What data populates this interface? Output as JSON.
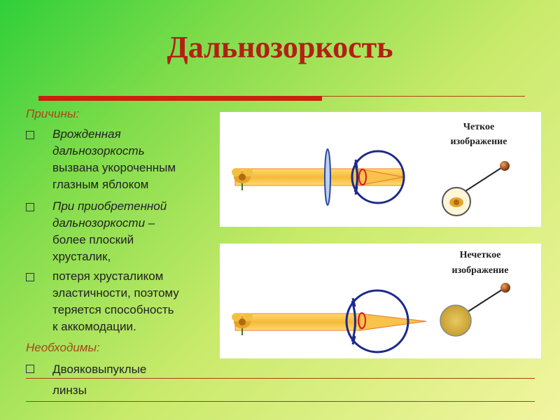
{
  "title": "Дальнозоркость",
  "causes_heading": "Причины:",
  "causes": [
    {
      "lines": [
        "Врожденная",
        "дальнозоркость",
        "вызвана укороченным",
        "глазным яблоком"
      ]
    },
    {
      "lines": [
        "При приобретенной",
        "дальнозоркости –",
        "более  плоский",
        "хрусталик,"
      ]
    },
    {
      "lines": [
        "потеря хрусталиком",
        "эластичности, поэтому",
        "теряется способность",
        "к аккомодации."
      ]
    }
  ],
  "needed_heading": "Необходимы:",
  "needed": [
    {
      "lines": [
        "Двояковыпуклые",
        "линзы"
      ]
    }
  ],
  "diagrams": [
    {
      "caption_lines": [
        "Четкое",
        "изображение"
      ]
    },
    {
      "caption_lines": [
        "Нечеткое",
        "изображение"
      ]
    }
  ],
  "colors": {
    "title": "#b22015",
    "accent_rule": "#cc1f0d",
    "heading": "#a4471a",
    "beam": "#f7c64a"
  }
}
